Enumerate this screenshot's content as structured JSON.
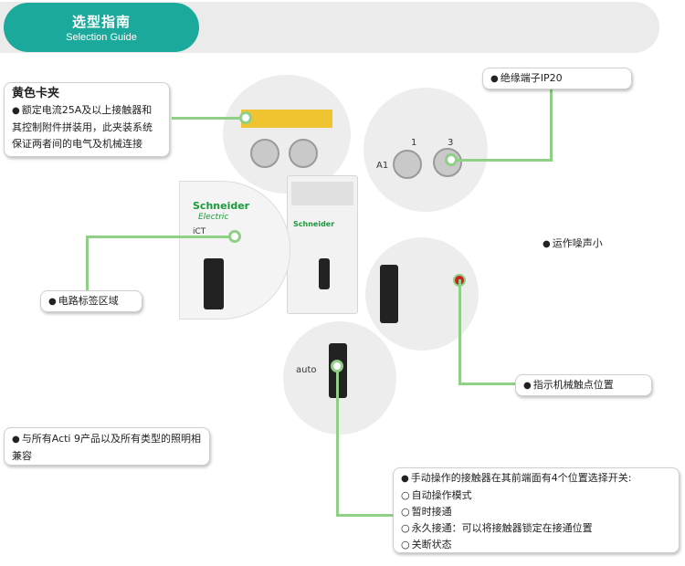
{
  "header": {
    "title_cn": "选型指南",
    "title_en": "Selection Guide"
  },
  "callouts": {
    "yellow_clip": {
      "title": "黄色卡夹",
      "text": "额定电流25A及以上接触器和其控制附件拼装用，此夹装系统保证两者间的电气及机械连接"
    },
    "ip20": {
      "text": "绝缘端子IP20"
    },
    "quiet": {
      "text": "运作噪声小"
    },
    "label_area": {
      "text": "电路标签区域"
    },
    "indicator": {
      "text": "指示机械触点位置"
    },
    "compat": {
      "text": "与所有Acti 9产品以及所有类型的照明相兼容"
    },
    "manual": {
      "title": "手动操作的接触器在其前端面有4个位置选择开关:",
      "options": [
        "自动操作模式",
        "暂时接通",
        "永久接通：可以将接触器锁定在接通位置",
        "关断状态"
      ]
    }
  },
  "photo_labels": {
    "terminal_1": "1",
    "terminal_3": "3",
    "terminal_a1": "A1",
    "brand": "Schneider",
    "brand_sub": "Electric",
    "device": "iCT",
    "auto": "auto"
  },
  "colors": {
    "teal": "#1aa99a",
    "connector": "#8fcf86",
    "indicator_red": "#cc2222"
  }
}
